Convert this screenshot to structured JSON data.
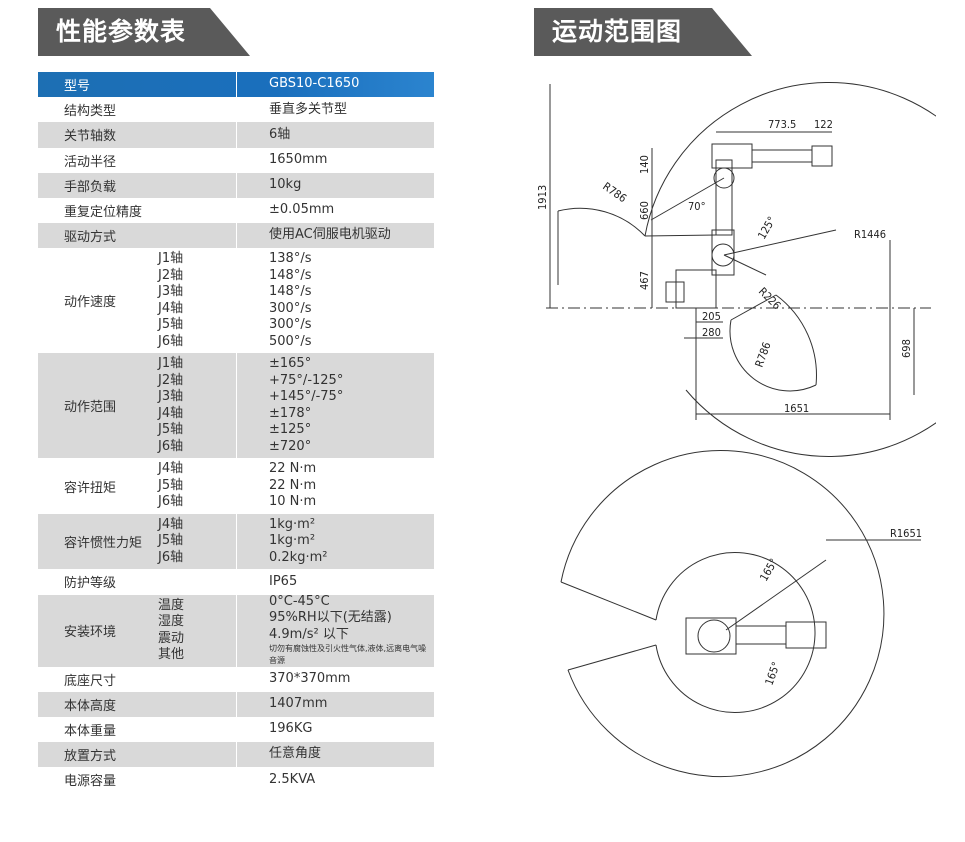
{
  "titles": {
    "specs": "性能参数表",
    "range": "运动范围图"
  },
  "rows": [
    {
      "label": "型号",
      "value": "GBS10-C1650",
      "style": "head"
    },
    {
      "label": "结构类型",
      "value": "垂直多关节型",
      "style": "plain"
    },
    {
      "label": "关节轴数",
      "value": "6轴",
      "style": "shade"
    },
    {
      "label": "活动半径",
      "value": "1650mm",
      "style": "plain"
    },
    {
      "label": "手部负载",
      "value": "10kg",
      "style": "shade"
    },
    {
      "label": "重复定位精度",
      "value": "±0.05mm",
      "style": "plain"
    },
    {
      "label": "驱动方式",
      "value": "使用AC伺服电机驱动",
      "style": "shade"
    },
    {
      "label": "动作速度",
      "style": "plain",
      "subs": [
        "J1轴",
        "J2轴",
        "J3轴",
        "J4轴",
        "J5轴",
        "J6轴"
      ],
      "values": [
        "138°/s",
        "148°/s",
        "148°/s",
        "300°/s",
        "300°/s",
        "500°/s"
      ]
    },
    {
      "label": "动作范围",
      "style": "shade",
      "subs": [
        "J1轴",
        "J2轴",
        "J3轴",
        "J4轴",
        "J5轴",
        "J6轴"
      ],
      "values": [
        "±165°",
        "+75°/-125°",
        "+145°/-75°",
        "±178°",
        "±125°",
        "±720°"
      ]
    },
    {
      "label": "容许扭矩",
      "style": "plain",
      "subs": [
        "J4轴",
        "J5轴",
        "J6轴"
      ],
      "values": [
        "22 N·m",
        "22 N·m",
        "10 N·m"
      ]
    },
    {
      "label": "容许惯性力矩",
      "style": "shade",
      "subs": [
        "J4轴",
        "J5轴",
        "J6轴"
      ],
      "values": [
        "1kg·m²",
        "1kg·m²",
        "0.2kg·m²"
      ]
    },
    {
      "label": "防护等级",
      "value": "IP65",
      "style": "plain"
    },
    {
      "label": "安装环境",
      "style": "shade",
      "subs": [
        "温度",
        "湿度",
        "震动",
        "其他"
      ],
      "values": [
        "0°C-45°C",
        "95%RH以下(无结露)",
        "4.9m/s² 以下",
        "切勿有腐蚀性及引火性气体,液体,远离电气噪音源"
      ]
    },
    {
      "label": "底座尺寸",
      "value": "370*370mm",
      "style": "plain"
    },
    {
      "label": "本体高度",
      "value": "1407mm",
      "style": "shade"
    },
    {
      "label": "本体重量",
      "value": "196KG",
      "style": "plain"
    },
    {
      "label": "放置方式",
      "value": "任意角度",
      "style": "shade"
    },
    {
      "label": "电源容量",
      "value": "2.5KVA",
      "style": "plain"
    }
  ],
  "dimensions": {
    "top_width": "773.5",
    "top_tool": "122",
    "height_total": "1913",
    "r786_top": "R786",
    "d140": "140",
    "d660": "660",
    "a70": "70°",
    "a125": "125°",
    "r1446": "R1446",
    "d467": "467",
    "r226": "R226",
    "d205": "205",
    "d280": "280",
    "r786_bottom": "R786",
    "d698": "698",
    "d1651": "1651",
    "r1651": "R1651",
    "a165_top": "165°",
    "a165_bottom": "165°"
  },
  "colors": {
    "header_blue": "#1d6fb3",
    "shade_gray": "#d9d9d9",
    "banner_gray": "#5a5a5a"
  }
}
